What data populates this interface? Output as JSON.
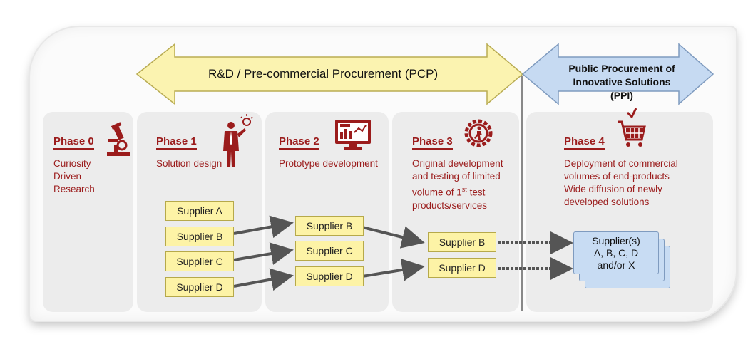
{
  "pcp_label": "R&D / Pre-commercial Procurement (PCP)",
  "ppi_label": [
    "Public Procurement of",
    "Innovative Solutions (PPI)"
  ],
  "phases": [
    {
      "title": "Phase 0",
      "desc": [
        "Curiosity",
        "Driven",
        "Research"
      ]
    },
    {
      "title": "Phase 1",
      "desc": [
        "Solution design"
      ]
    },
    {
      "title": "Phase 2",
      "desc": [
        "Prototype development"
      ]
    },
    {
      "title": "Phase 3",
      "desc": [
        "Original development",
        "and testing of limited",
        "volume of 1",
        "st",
        " test",
        "products/services"
      ]
    },
    {
      "title": "Phase 4",
      "desc": [
        "Deployment of commercial",
        "volumes of end-products",
        "Wide diffusion of newly",
        "developed solutions"
      ]
    }
  ],
  "phase1_suppliers": [
    "Supplier A",
    "Supplier B",
    "Supplier C",
    "Supplier D"
  ],
  "phase2_suppliers": [
    "Supplier B",
    "Supplier C",
    "Supplier D"
  ],
  "phase3_suppliers": [
    "Supplier B",
    "Supplier D"
  ],
  "phase4_suppliers": [
    "Supplier(s)",
    "A, B, C, D",
    "and/or X"
  ],
  "colors": {
    "phase_red": "#9b1c1c",
    "pcp_arrow": "#fbf3b0",
    "ppi_arrow": "#c6daf2",
    "supplier_fill": "#fdf3a6",
    "panel": "#ececec"
  },
  "icons": [
    "microscope-icon",
    "person-lightbulb-icon",
    "monitor-chart-icon",
    "gear-person-icon",
    "shopping-cart-icon"
  ]
}
